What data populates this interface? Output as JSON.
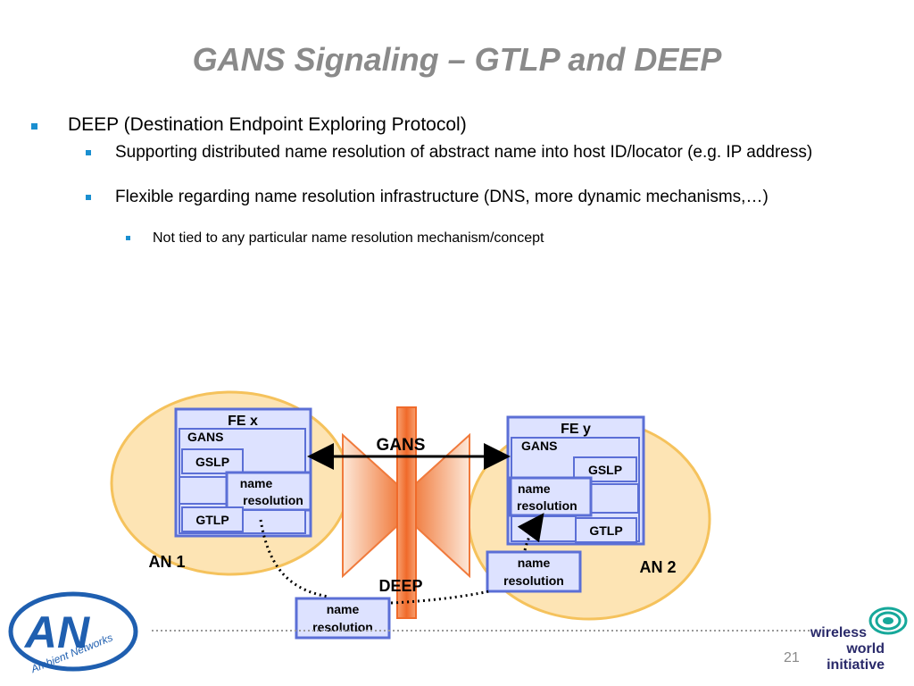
{
  "slide": {
    "title": "GANS Signaling – GTLP and DEEP",
    "page_number": "21"
  },
  "bullets": {
    "level1": "DEEP (Destination Endpoint Exploring Protocol)",
    "level2": [
      "Supporting distributed name resolution of abstract name into host ID/locator (e.g. IP address)",
      "Flexible regarding name resolution infrastructure (DNS, more dynamic mechanisms,…)"
    ],
    "level3": "Not tied to any particular name resolution mechanism/concept"
  },
  "diagram": {
    "network_left": "AN 1",
    "network_right": "AN 2",
    "fe_left": {
      "title": "FE x",
      "gans": "GANS",
      "gslp": "GSLP",
      "name_resolution": [
        "name",
        "resolution"
      ],
      "gtlp": "GTLP"
    },
    "fe_right": {
      "title": "FE y",
      "gans": "GANS",
      "gslp": "GSLP",
      "name_resolution": [
        "name",
        "resolution"
      ],
      "gtlp": "GTLP"
    },
    "gans_label": "GANS",
    "deep_label": "DEEP",
    "external_name_resolution_bottom": [
      "name",
      "resolution"
    ],
    "external_name_resolution_right": [
      "name",
      "resolution"
    ]
  },
  "logos": {
    "left": {
      "letters": "AN",
      "text": "Ambient Networks"
    },
    "right": {
      "lines": [
        "wireless",
        "world",
        "initiative"
      ]
    }
  },
  "colors": {
    "title": "#8a8a8a",
    "bullet": "#1a8fd0",
    "box_border": "#5b6fd6",
    "box_fill": "#dde2ff",
    "circle_fill": "#fde4b4",
    "circle_border": "#f5c25c",
    "deep_orange": "#f07a3c"
  }
}
